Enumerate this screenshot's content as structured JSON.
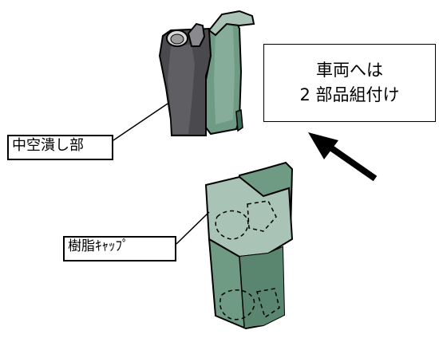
{
  "labels": {
    "hollow_crush": "中空潰し部",
    "resin_cap": "樹脂ｷｬｯﾌﾟ"
  },
  "note": {
    "line1": "車両へは",
    "line2": "2 部品組付け"
  },
  "colors": {
    "hollow_part_dark": "#4a4a4e",
    "hollow_part_mid": "#6d6d72",
    "green_part": "#6f9a84",
    "green_part_light": "#a9c4b6",
    "green_part_dark": "#3f6a55",
    "outline": "#000000"
  }
}
